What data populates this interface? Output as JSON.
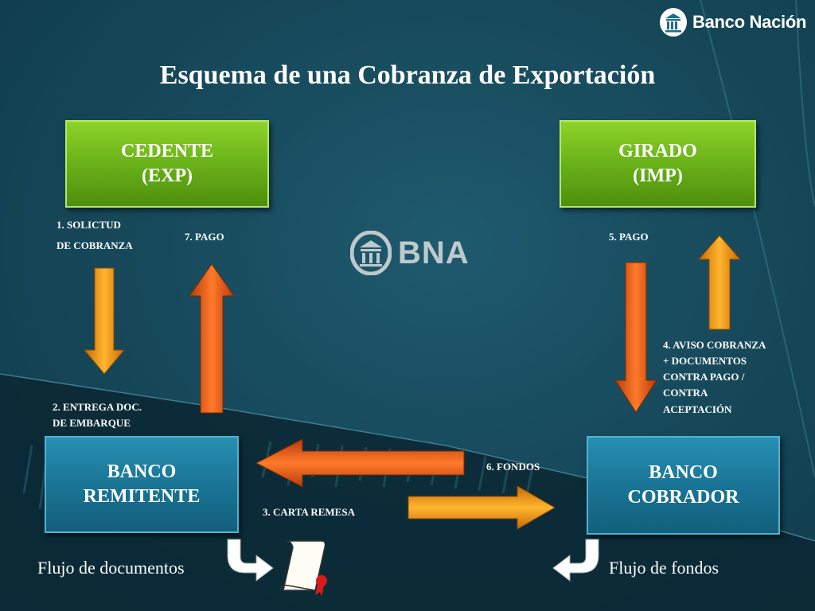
{
  "header": {
    "logo_text": "Banco Nación",
    "title": "Esquema de una Cobranza de Exportación"
  },
  "watermark": {
    "text": "BNA"
  },
  "nodes": {
    "cedente": {
      "line1": "CEDENTE",
      "line2": "(EXP)"
    },
    "girado": {
      "line1": "GIRADO",
      "line2": "(IMP)"
    },
    "banco_remitente": {
      "line1": "BANCO",
      "line2": "REMITENTE"
    },
    "banco_cobrador": {
      "line1": "BANCO",
      "line2": "COBRADOR"
    }
  },
  "steps": {
    "step1": {
      "line1": "1. SOLICTUD",
      "line2": "DE COBRANZA"
    },
    "step2": {
      "line1": "2. ENTREGA DOC.",
      "line2": "DE EMBARQUE"
    },
    "step3": "3. CARTA REMESA",
    "step4": {
      "line1": "4. AVISO COBRANZA",
      "line2": "+ DOCUMENTOS",
      "line3": "CONTRA PAGO /",
      "line4": "CONTRA",
      "line5": "ACEPTACIÓN"
    },
    "step5": "5. PAGO",
    "step6": "6. FONDOS",
    "step7": "7. PAGO"
  },
  "legend": {
    "documents": "Flujo de documentos",
    "funds": "Flujo de fondos"
  },
  "colors": {
    "accent_orange": "#f5a623",
    "accent_red_orange": "#e8551c",
    "box_green": "#6cb51a",
    "box_blue": "#1a7596"
  }
}
